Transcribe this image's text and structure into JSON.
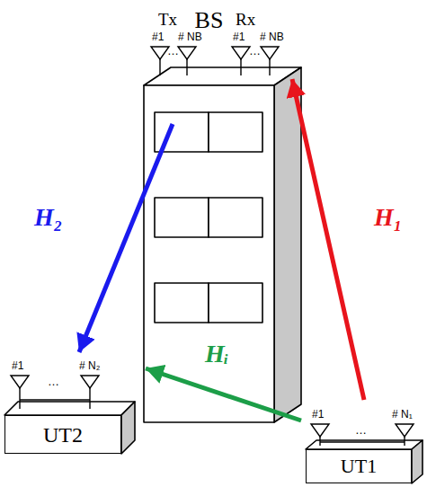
{
  "diagram": {
    "nodes": [
      {
        "text": [
          "BS"
        ]
      },
      {
        "text": [
          "UT2"
        ]
      },
      {
        "text": [
          "UT1"
        ]
      }
    ],
    "edges": [
      {
        "from": 0,
        "to": 1,
        "label": "H₂",
        "arrow": "to"
      },
      {
        "from": 2,
        "to": 0,
        "label": "H₁",
        "arrow": "to"
      },
      {
        "from": 2,
        "to": 1,
        "label": "Hᵢ",
        "arrow": "to"
      }
    ],
    "labels": [
      "Tx",
      "Rx",
      "#1",
      "# NB",
      "…",
      "#1",
      "# NB",
      "…",
      "#1",
      "…",
      "# N₂",
      "#1",
      "…",
      "# N₁"
    ]
  }
}
